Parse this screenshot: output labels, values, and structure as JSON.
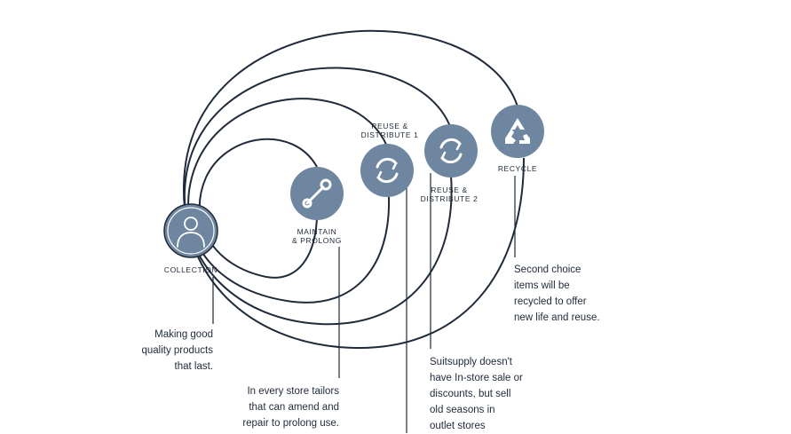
{
  "colors": {
    "line": "#1f2a3a",
    "node_fill": "#6f86a0",
    "icon": "#ffffff"
  },
  "nodes": {
    "collection": {
      "label": "COLLECTION",
      "icon": "person-icon"
    },
    "maintain": {
      "label_lines": [
        "MAINTAIN",
        "& PROLONG"
      ],
      "icon": "wrench-icon"
    },
    "reuse1": {
      "label_lines": [
        "REUSE &",
        "DISTRIBUTE 1"
      ],
      "icon": "refresh-icon"
    },
    "reuse2": {
      "label_lines": [
        "REUSE &",
        "DISTRIBUTE 2"
      ],
      "icon": "refresh-icon"
    },
    "recycle": {
      "label": "RECYCLE",
      "icon": "recycle-icon"
    }
  },
  "notes": {
    "collection": [
      "Making good",
      "quality products",
      "that last."
    ],
    "maintain": [
      "In every store tailors",
      "that can amend and",
      "repair to prolong use."
    ],
    "reuse": [
      "Suitsupply doesn't",
      "have In-store sale or",
      "discounts, but sell",
      "old seasons in",
      "outlet stores"
    ],
    "recycle": [
      "Second choice",
      "items will be",
      "recycled to offer",
      "new life and reuse."
    ]
  }
}
